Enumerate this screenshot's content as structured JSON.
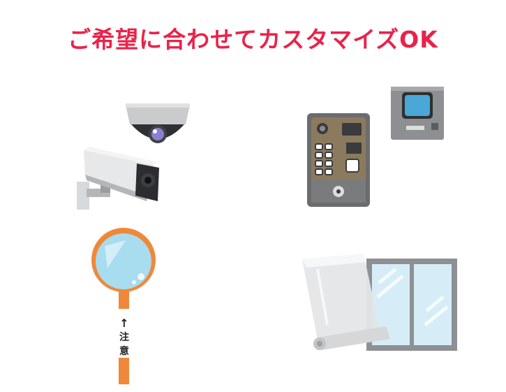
{
  "headline": "ご希望に合わせてカスタマイズOK",
  "colors": {
    "headline": "#e8234a",
    "orange": "#f0883a",
    "mirror_glass": "#a8dcef",
    "panel_gray": "#8d8f92",
    "screen_blue": "#4aa8d8"
  },
  "illustrations": {
    "security_cameras": {
      "icon": "security-camera-icon"
    },
    "intercom": {
      "icon": "intercom-icon"
    },
    "convex_mirror": {
      "icon": "traffic-mirror-icon",
      "arrow": "↑",
      "label_chars": [
        "注",
        "意"
      ]
    },
    "window_film": {
      "icon": "window-film-icon"
    }
  }
}
